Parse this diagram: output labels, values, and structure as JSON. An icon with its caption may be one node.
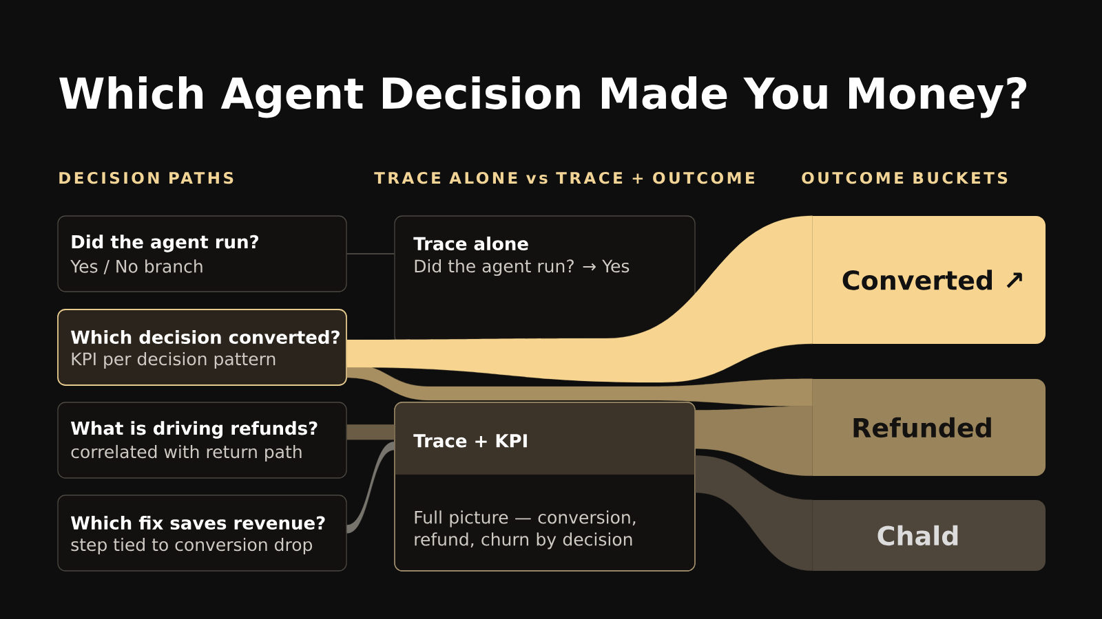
{
  "diagram": {
    "title": "Which Agent Decision Made You Money?",
    "nodes": [
      {
        "text": [
          "Did the agent run?",
          "Yes / No branch"
        ]
      },
      {
        "text": [
          "Which decision converted?",
          "KPI per decision pattern"
        ]
      },
      {
        "text": [
          "What is driving refunds?",
          "correlated with return path"
        ]
      },
      {
        "text": [
          "Which fix saves revenue?",
          "step tied to conversion drop"
        ]
      },
      {
        "text": [
          "Trace alone",
          "Did the agent run? → Yes"
        ]
      },
      {
        "text": [
          "Trace + KPI",
          "Full picture — conversion, refund, churn by decision"
        ]
      },
      {
        "text": [
          "Converted ↗"
        ]
      },
      {
        "text": [
          "Refunded"
        ]
      },
      {
        "text": [
          "Chald"
        ]
      }
    ],
    "edges": [
      {
        "from": 0,
        "to": 4,
        "arrow": "none",
        "color": "#5c5852"
      },
      {
        "from": 1,
        "to": 6,
        "arrow": "none",
        "style": "thick",
        "color": "#f7d590"
      },
      {
        "from": 1,
        "to": 7,
        "arrow": "none",
        "style": "thick",
        "color": "#a88f62"
      },
      {
        "from": 2,
        "to": 5,
        "arrow": "none",
        "style": "thick",
        "color": "#6b5c45"
      },
      {
        "from": 3,
        "to": 5,
        "arrow": "none",
        "style": "thick",
        "color": "#77736d"
      },
      {
        "from": 5,
        "to": 7,
        "arrow": "none",
        "style": "thick",
        "color": "#96805a"
      },
      {
        "from": 5,
        "to": 8,
        "arrow": "none",
        "style": "thick",
        "color": "#4d443a"
      }
    ],
    "labels": [
      "DECISION PATHS",
      "TRACE ALONE vs TRACE + OUTCOME",
      "OUTCOME BUCKETS"
    ]
  }
}
